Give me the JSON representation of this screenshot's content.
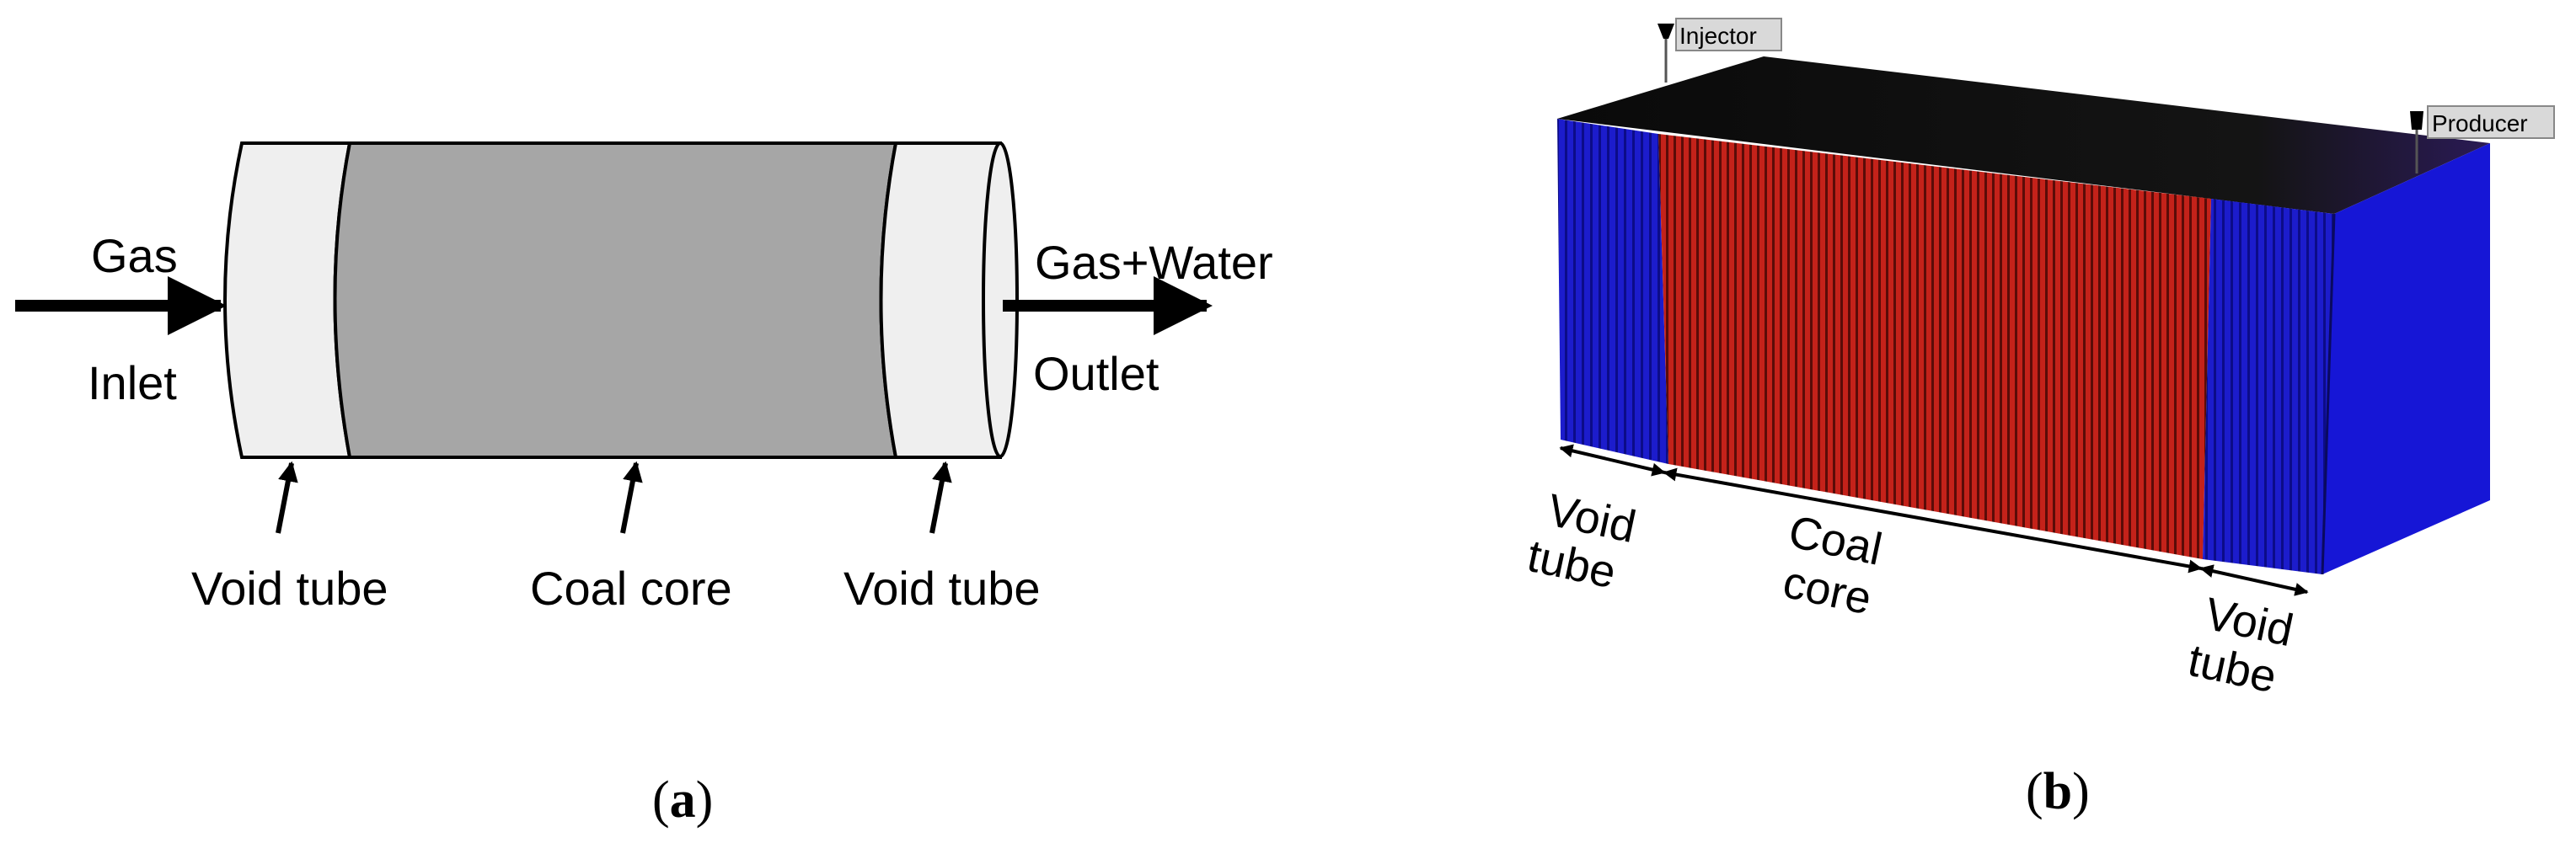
{
  "panel_a": {
    "inlet_top": "Gas",
    "inlet_bottom": "Inlet",
    "outlet_top": "Gas+Water",
    "outlet_bottom": "Outlet",
    "label_left": "Void tube",
    "label_center": "Coal core",
    "label_right": "Void tube",
    "caption_letter": "a",
    "colors": {
      "void": "#efefef",
      "core": "#a6a6a6",
      "stroke": "#000000"
    }
  },
  "panel_b": {
    "injector": "Injector",
    "producer": "Producer",
    "void_left_line1": "Void",
    "void_left_line2": "tube",
    "coal_line1": "Coal",
    "coal_line2": "core",
    "void_right_line1": "Void",
    "void_right_line2": "tube",
    "caption_letter": "b",
    "colors": {
      "void": "#1a1ad0",
      "core": "#c4221a",
      "top": "#0d0d0d",
      "tag": "#d9d9d9"
    }
  }
}
